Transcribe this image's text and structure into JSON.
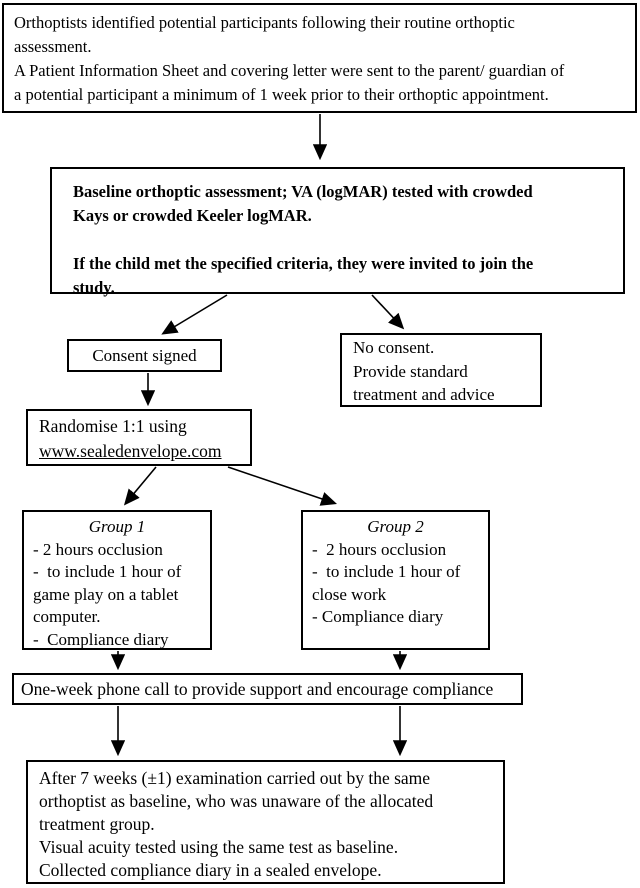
{
  "flowchart": {
    "recruitment": {
      "text": "Orthoptists identified potential participants following their routine orthoptic\nassessment.\nA Patient Information Sheet and covering letter were sent to the parent/ guardian of\na potential participant a minimum of 1 week prior to their orthoptic appointment."
    },
    "baseline": {
      "text": "Baseline orthoptic assessment; VA (logMAR) tested with crowded\nKays or crowded Keeler logMAR.\n\nIf the child met the specified criteria, they were invited to join the\nstudy."
    },
    "consent": {
      "text": "Consent signed"
    },
    "no_consent": {
      "text": "No consent.\nProvide standard\ntreatment and advice"
    },
    "randomise": {
      "line1": "Randomise 1:1 using",
      "link": "www.sealedenvelope.com"
    },
    "group1": {
      "title": "Group 1",
      "items": "- 2 hours occlusion\n-  to include 1 hour of\ngame play on a tablet\ncomputer.\n-  Compliance diary"
    },
    "group2": {
      "title": "Group 2",
      "items": "-  2 hours occlusion\n-  to include 1 hour of\nclose work\n- Compliance diary"
    },
    "phone_call": {
      "text": "One-week phone call to provide support and encourage compliance"
    },
    "final_exam": {
      "text": "After 7 weeks (±1) examination carried out by the same\northoptist as baseline, who was unaware of the allocated\ntreatment group.\nVisual acuity tested using the same test as baseline.\nCollected compliance diary in a sealed envelope."
    }
  },
  "colors": {
    "border": "#000000",
    "background": "#ffffff",
    "text": "#000000"
  }
}
